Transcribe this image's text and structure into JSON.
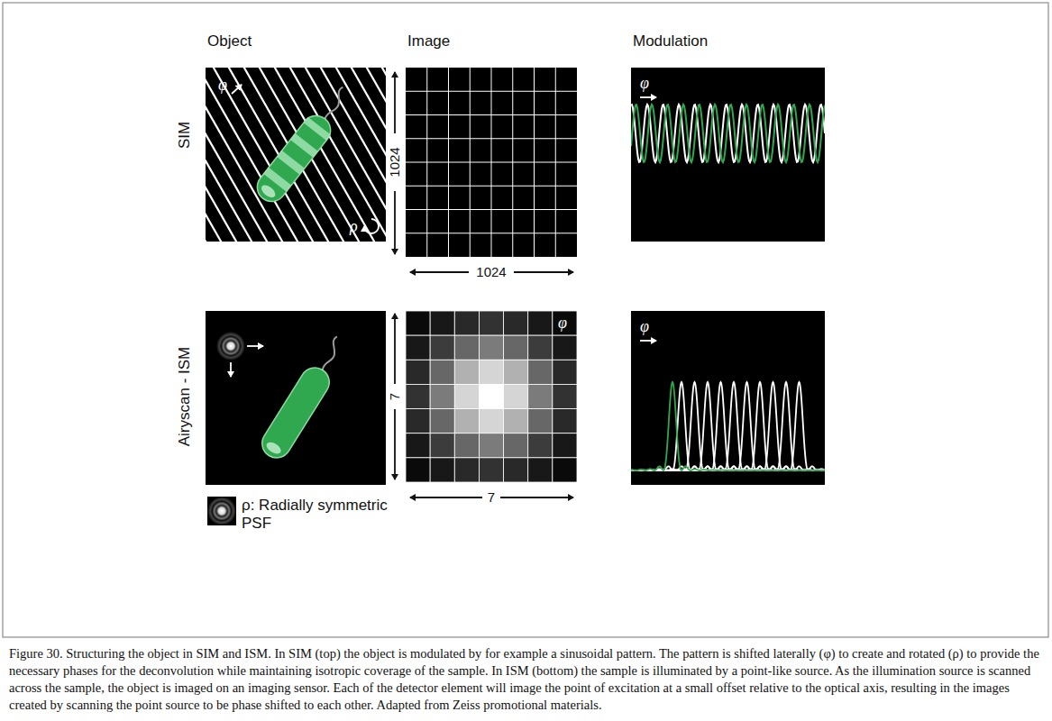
{
  "diagram": {
    "caption": "Figure 30. Structuring the object in SIM and ISM. In SIM (top) the object is modulated by for example a sinusoidal pattern. The pattern is shifted laterally (φ) to create and rotated (ρ) to provide the necessary phases for the deconvolution while maintaining isotropic coverage of the sample. In ISM (bottom) the sample is illuminated by a point-like source. As the illumination source is scanned across the sample, the object is imaged on an imaging sensor. Each of the detector element will image the point of excitation at a small offset relative to the optical axis, resulting in the images created by scanning the point source to be phase shifted to each other. Adapted from Zeiss promotional materials.",
    "nodes": [
      {
        "text": [
          "φ",
          "ρ"
        ]
      },
      {
        "text": [
          "φ"
        ]
      },
      {
        "text": [
          "φ"
        ]
      },
      {
        "text": [
          "φ"
        ]
      }
    ],
    "labels": [
      "Object",
      "Image",
      "Modulation",
      "SIM",
      "Airyscan - ISM",
      "1024",
      "1024",
      "7",
      "7",
      "ρ: Radially symmetric PSF"
    ]
  }
}
